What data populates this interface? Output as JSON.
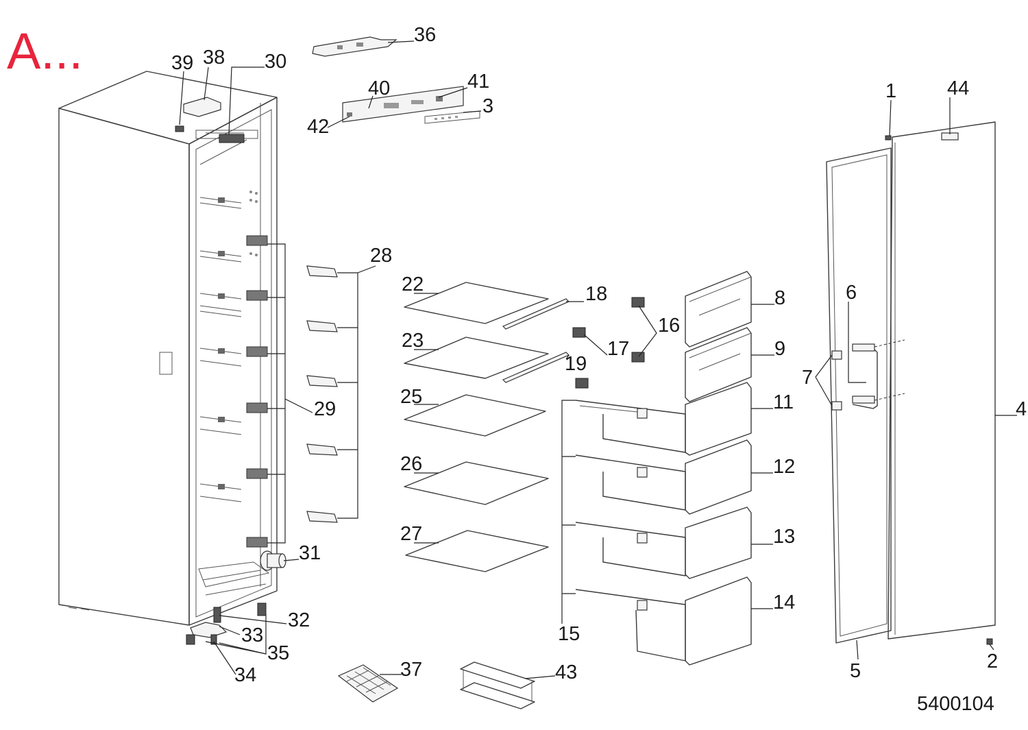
{
  "header": {
    "title": "A...",
    "title_color": "#e8243c"
  },
  "drawing_number": "5400104",
  "callouts": {
    "c1": "1",
    "c2": "2",
    "c3": "3",
    "c4": "4",
    "c5": "5",
    "c6": "6",
    "c7": "7",
    "c8": "8",
    "c9": "9",
    "c11": "11",
    "c12": "12",
    "c13": "13",
    "c14": "14",
    "c15": "15",
    "c16": "16",
    "c17": "17",
    "c18": "18",
    "c19": "19",
    "c22": "22",
    "c23": "23",
    "c25": "25",
    "c26": "26",
    "c27": "27",
    "c28": "28",
    "c29": "29",
    "c30": "30",
    "c31": "31",
    "c32": "32",
    "c33": "33",
    "c34": "34",
    "c35": "35",
    "c36": "36",
    "c37": "37",
    "c38": "38",
    "c39": "39",
    "c40": "40",
    "c41": "41",
    "c42": "42",
    "c43": "43",
    "c44": "44"
  }
}
